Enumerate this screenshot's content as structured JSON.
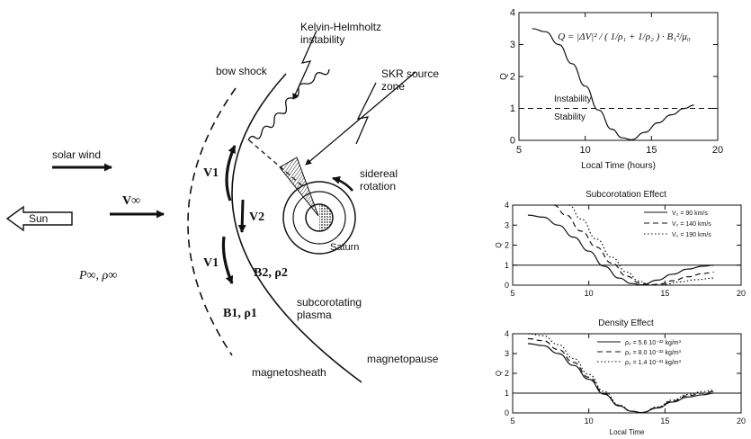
{
  "diagram": {
    "labels": {
      "kh_line1": "Kelvin-Helmholtz",
      "kh_line2": "instability",
      "skr_line1": "SKR source",
      "skr_line2": "zone",
      "bow_shock": "bow shock",
      "solar_wind": "solar wind",
      "sun": "Sun",
      "v_inf": "V∞",
      "v1_upper": "V1",
      "v2": "V2",
      "v1_lower": "V1",
      "sidereal_line1": "sidereal",
      "sidereal_line2": "rotation",
      "saturn": "Saturn",
      "p_rho_inf": "P∞, ρ∞",
      "b2_rho2": "B2, ρ2",
      "b1_rho1": "B1, ρ1",
      "subcorotating_line1": "subcorotating",
      "subcorotating_line2": "plasma",
      "magnetosheath": "magnetosheath",
      "magnetopause": "magnetopause"
    }
  },
  "chart_data": [
    {
      "type": "line",
      "title": "",
      "formula": "Q = |ΔV|² / ( 1/ρ₁ + 1/ρ₂ ) · B₁²/μ₀",
      "xlabel": "Local Time (hours)",
      "ylabel": "Q",
      "xlim": [
        5,
        20
      ],
      "ylim": [
        0,
        4
      ],
      "xticks": [
        "5",
        "10",
        "15",
        "20"
      ],
      "yticks": [
        "0",
        "1",
        "2",
        "3",
        "4"
      ],
      "reference_line": {
        "y": 1,
        "style": "dashed"
      },
      "annotations": [
        "Instability",
        "Stability"
      ],
      "series": [
        {
          "x": [
            6,
            7,
            8,
            9,
            10,
            11,
            12,
            12.8,
            13.5,
            14.5,
            15.5,
            16.5,
            17.5,
            18.2
          ],
          "y": [
            3.5,
            3.4,
            3.0,
            2.4,
            1.7,
            0.95,
            0.35,
            0.08,
            0.02,
            0.25,
            0.55,
            0.8,
            1.0,
            1.1
          ]
        }
      ]
    },
    {
      "type": "line",
      "title": "Subcorotation Effect",
      "xlabel": "",
      "ylabel": "Q",
      "xlim": [
        5,
        20
      ],
      "ylim": [
        0,
        4
      ],
      "xticks": [
        "5",
        "10",
        "15",
        "20"
      ],
      "yticks": [
        "0",
        "1",
        "2",
        "3",
        "4"
      ],
      "reference_line": {
        "y": 1,
        "style": "solid"
      },
      "legend_position": "top-right",
      "series": [
        {
          "name": "V₂ =  90 km/s",
          "style": "solid",
          "x": [
            6,
            7,
            8,
            9,
            10,
            11,
            12,
            12.8,
            13.5,
            14.5,
            15.5,
            16.5,
            17.5,
            18.2
          ],
          "y": [
            3.5,
            3.4,
            3.0,
            2.4,
            1.7,
            0.95,
            0.35,
            0.08,
            0.02,
            0.25,
            0.55,
            0.8,
            0.95,
            1.0
          ]
        },
        {
          "name": "V₂ = 140 km/s",
          "style": "dashed",
          "x": [
            7.7,
            8.5,
            9.5,
            10.5,
            11.5,
            12.5,
            13.3,
            14,
            14.7,
            15.5,
            16.5,
            17.5,
            18.2
          ],
          "y": [
            4.0,
            3.5,
            2.7,
            1.9,
            1.1,
            0.45,
            0.12,
            0.01,
            0.06,
            0.22,
            0.42,
            0.58,
            0.65
          ]
        },
        {
          "name": "V₂ = 190 km/s",
          "style": "dotted",
          "x": [
            8.7,
            9.5,
            10.5,
            11.5,
            12.5,
            13.3,
            14,
            14.5,
            15,
            16,
            17,
            18.2
          ],
          "y": [
            4.0,
            3.3,
            2.3,
            1.4,
            0.65,
            0.2,
            0.03,
            0.01,
            0.05,
            0.16,
            0.27,
            0.35
          ]
        }
      ]
    },
    {
      "type": "line",
      "title": "Density Effect",
      "xlabel": "Local Time",
      "ylabel": "Q",
      "xlim": [
        5,
        20
      ],
      "ylim": [
        0,
        4
      ],
      "xticks": [
        "5",
        "10",
        "15",
        "20"
      ],
      "yticks": [
        "0",
        "1",
        "2",
        "3",
        "4"
      ],
      "reference_line": {
        "y": 1,
        "style": "solid"
      },
      "legend_position": "top-right",
      "series": [
        {
          "name": "ρ₂ = 5.6 10⁻²² kg/m³",
          "style": "solid",
          "x": [
            6,
            7,
            8,
            9,
            10,
            11,
            12,
            12.8,
            13.5,
            14.5,
            15.5,
            16.5,
            17.5,
            18.2
          ],
          "y": [
            3.5,
            3.4,
            3.0,
            2.4,
            1.7,
            0.95,
            0.35,
            0.08,
            0.02,
            0.25,
            0.55,
            0.8,
            0.92,
            1.0
          ]
        },
        {
          "name": "ρ₂ = 8.0 10⁻²² kg/m³",
          "style": "dashed",
          "x": [
            6,
            7,
            8,
            9,
            10,
            11,
            12,
            12.8,
            13.5,
            14.5,
            15.5,
            16.5,
            17.5,
            18.2
          ],
          "y": [
            3.75,
            3.65,
            3.2,
            2.55,
            1.8,
            1.0,
            0.37,
            0.08,
            0.02,
            0.27,
            0.6,
            0.87,
            1.0,
            1.08
          ]
        },
        {
          "name": "ρ₂ = 1.4 10⁻²¹ kg/m³",
          "style": "dotted",
          "x": [
            6,
            7,
            8,
            9,
            10,
            11,
            12,
            12.8,
            13.5,
            14.5,
            15.5,
            16.5,
            17.5,
            18.2
          ],
          "y": [
            4.0,
            3.9,
            3.45,
            2.75,
            1.95,
            1.08,
            0.4,
            0.09,
            0.02,
            0.3,
            0.65,
            0.93,
            1.08,
            1.15
          ]
        }
      ]
    }
  ]
}
